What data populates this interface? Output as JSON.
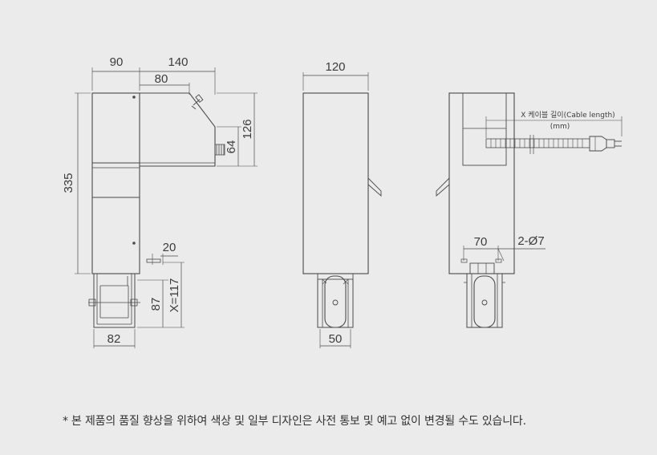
{
  "colors": {
    "background": "#ebebeb",
    "line": "#4a4a4a",
    "text": "#3c3c3c"
  },
  "side_view": {
    "dim_top_left": "90",
    "dim_top_right": "140",
    "dim_inner": "80",
    "dim_height": "335",
    "dim_arm_height": "126",
    "dim_arm_inner": "64",
    "dim_small": "20",
    "dim_bracket": "87",
    "dim_cable": "X=117",
    "dim_base": "82"
  },
  "front_view": {
    "dim_width": "120",
    "dim_wheel": "50"
  },
  "back_view": {
    "cable_label": "X 케이블 길이(Cable length)",
    "cable_unit": "(mm)",
    "dim_holes_spacing": "70",
    "dim_holes": "2-Ø7"
  },
  "footnote": "* 본 제품의 품질 향상을 위하여 색상 및 일부 디자인은 사전 통보 및 예고 없이 변경될 수도 있습니다."
}
